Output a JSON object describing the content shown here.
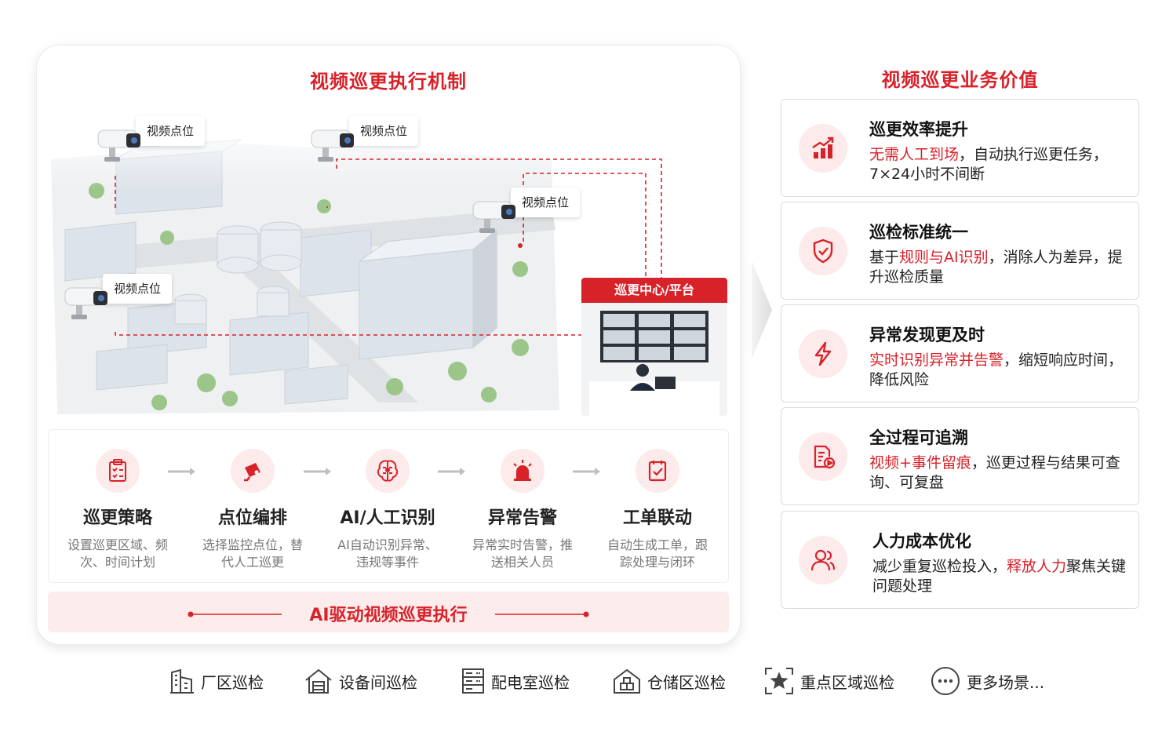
{
  "execution": {
    "title": "视频巡更执行机制",
    "camera_label": "视频点位",
    "platform_label": "巡更中心/平台",
    "steps": [
      {
        "title": "巡更策略",
        "desc_line1": "设置巡更区域、频",
        "desc_line2": "次、时间计划",
        "icon": "clipboard-checklist-icon"
      },
      {
        "title": "点位编排",
        "desc_line1": "选择监控点位，替",
        "desc_line2": "代人工巡更",
        "icon": "camera-icon"
      },
      {
        "title": "AI/人工识别",
        "desc_line1": "AI自动识别异常、",
        "desc_line2": "违规等事件",
        "icon": "brain-circuit-icon"
      },
      {
        "title": "异常告警",
        "desc_line1": "异常实时告警，推",
        "desc_line2": "送相关人员",
        "icon": "alarm-light-icon"
      },
      {
        "title": "工单联动",
        "desc_line1": "自动生成工单，跟",
        "desc_line2": "踪处理与闭环",
        "icon": "ticket-check-icon"
      }
    ],
    "banner": "AI驱动视频巡更执行"
  },
  "value": {
    "title": "视频巡更业务价值",
    "cards": [
      {
        "title": "巡更效率提升",
        "hl": "无需人工到场",
        "rest": "，自动执行巡更任务，7×24小时不间断",
        "icon": "bar-chart-up-icon"
      },
      {
        "title": "巡检标准统一",
        "pre": "基于",
        "hl": "规则与AI识别",
        "rest": "，消除人为差异，提升巡检质量",
        "icon": "shield-check-icon"
      },
      {
        "title": "异常发现更及时",
        "hl": "实时识别异常并告警",
        "rest": "，缩短响应时间，降低风险",
        "icon": "lightning-icon"
      },
      {
        "title": "全过程可追溯",
        "hl": "视频+事件留痕",
        "rest": "，巡更过程与结果可查询、可复盘",
        "icon": "document-video-icon"
      },
      {
        "title": "人力成本优化",
        "pre": "减少重复巡检投入，",
        "hl": "释放人力",
        "rest": "聚焦关键问题处理",
        "icon": "users-icon"
      }
    ]
  },
  "scenarios": [
    {
      "label": "厂区巡检",
      "icon": "factory-building-icon"
    },
    {
      "label": "设备间巡检",
      "icon": "equipment-room-icon"
    },
    {
      "label": "配电室巡检",
      "icon": "power-cabinet-icon"
    },
    {
      "label": "仓储区巡检",
      "icon": "warehouse-icon"
    },
    {
      "label": "重点区域巡检",
      "icon": "focus-star-icon"
    },
    {
      "label": "更多场景...",
      "icon": "more-dots-icon"
    }
  ],
  "colors": {
    "accent": "#d8222a",
    "accent_light": "#fdeaea"
  }
}
